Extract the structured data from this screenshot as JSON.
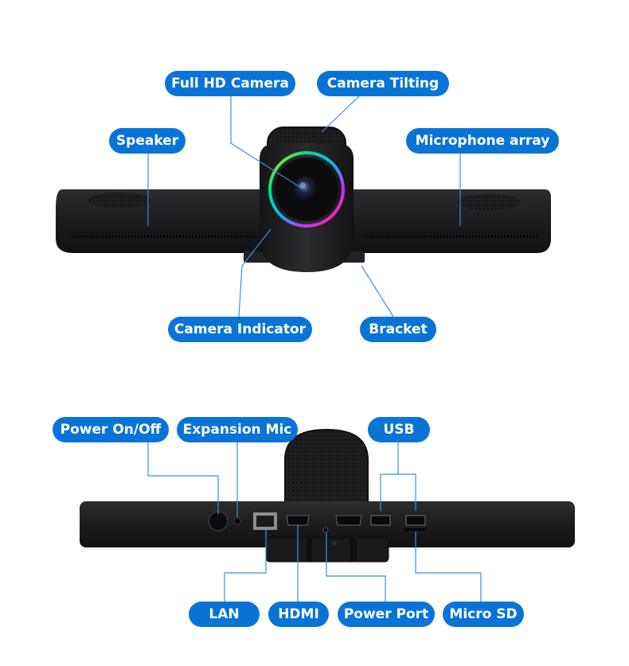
{
  "top_view": {
    "labels": {
      "full_hd_camera": "Full HD Camera",
      "camera_tilting": "Camera Tilting",
      "speaker": "Speaker",
      "microphone_array": "Microphone array",
      "camera_indicator": "Camera Indicator",
      "bracket": "Bracket"
    }
  },
  "rear_view": {
    "labels": {
      "power_on_off": "Power On/Off",
      "expansion_mic": "Expansion Mic",
      "usb": "USB",
      "lan": "LAN",
      "hdmi": "HDMI",
      "power_port": "Power Port",
      "micro_sd": "Micro SD"
    }
  },
  "colors": {
    "label_fill": "#0a74d6",
    "label_text": "#ffffff",
    "leader_line": "#3f8fd6",
    "device_body": "#1b1b1d"
  }
}
